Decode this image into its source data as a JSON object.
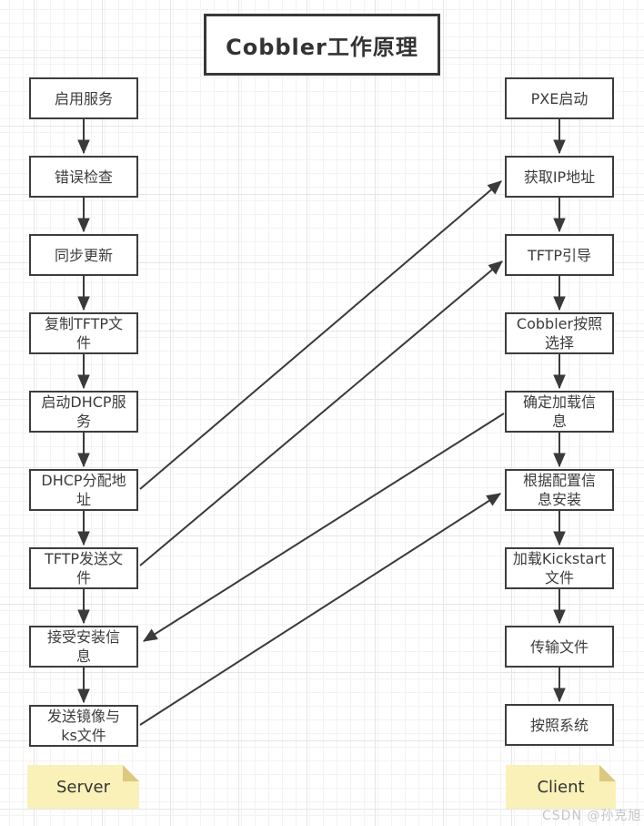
{
  "title": "Cobbler工作原理",
  "watermark": "CSDN @孙克旭",
  "server": {
    "note": "Server",
    "steps": [
      "启用服务",
      "错误检查",
      "同步更新",
      "复制TFTP文\n件",
      "启动DHCP服\n务",
      "DHCP分配地\n址",
      "TFTP发送文\n件",
      "接受安装信\n息",
      "发送镜像与\nks文件"
    ]
  },
  "client": {
    "note": "Client",
    "steps": [
      "PXE启动",
      "获取IP地址",
      "TFTP引导",
      "Cobbler按照\n选择",
      "确定加载信\n息",
      "根据配置信\n息安装",
      "加载Kickstart\n文件",
      "传输文件",
      "按照系统"
    ]
  },
  "cross_connections": [
    {
      "from": "DHCP分配地址",
      "to": "获取IP地址"
    },
    {
      "from": "TFTP发送文件",
      "to": "TFTP引导"
    },
    {
      "from": "确定加载信息",
      "to": "接受安装信息"
    },
    {
      "from": "发送镜像与ks文件",
      "to": "根据配置信息安装"
    }
  ],
  "colors": {
    "box_border": "#3d3d3d",
    "arrow": "#3a3a3a",
    "note_fill": "#faf1b8",
    "note_fold": "#dbc97f",
    "text": "#3c3c3c",
    "watermark": "#c6c6c6"
  }
}
